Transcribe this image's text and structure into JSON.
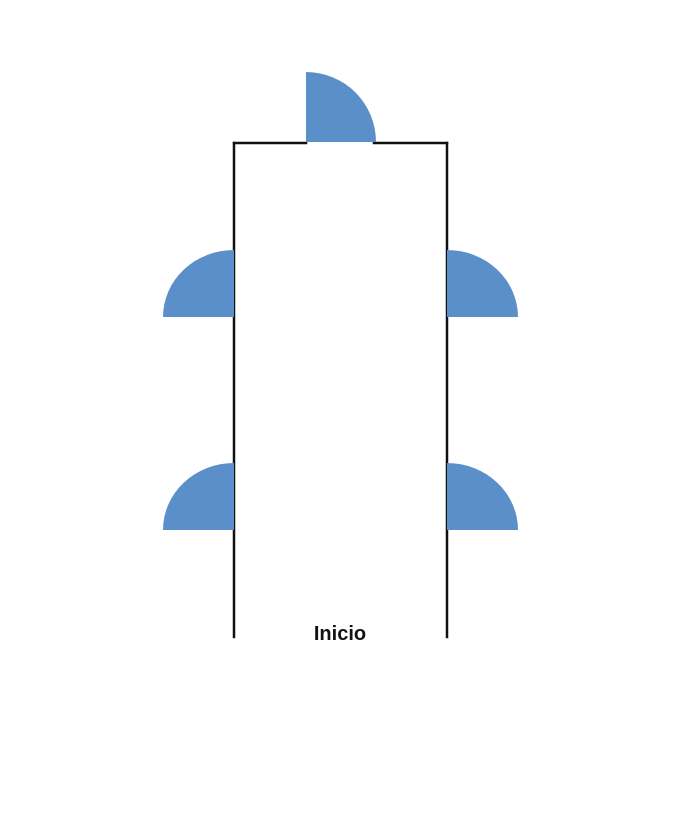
{
  "maze": {
    "start_label": "Inicio",
    "door_color": "#5b8fc9",
    "wall_color": "#111111",
    "doors": [
      {
        "side": "top",
        "name": "door-top"
      },
      {
        "side": "left",
        "name": "door-left-upper"
      },
      {
        "side": "left",
        "name": "door-left-lower"
      },
      {
        "side": "right",
        "name": "door-right-upper"
      },
      {
        "side": "right",
        "name": "door-right-lower"
      }
    ]
  }
}
